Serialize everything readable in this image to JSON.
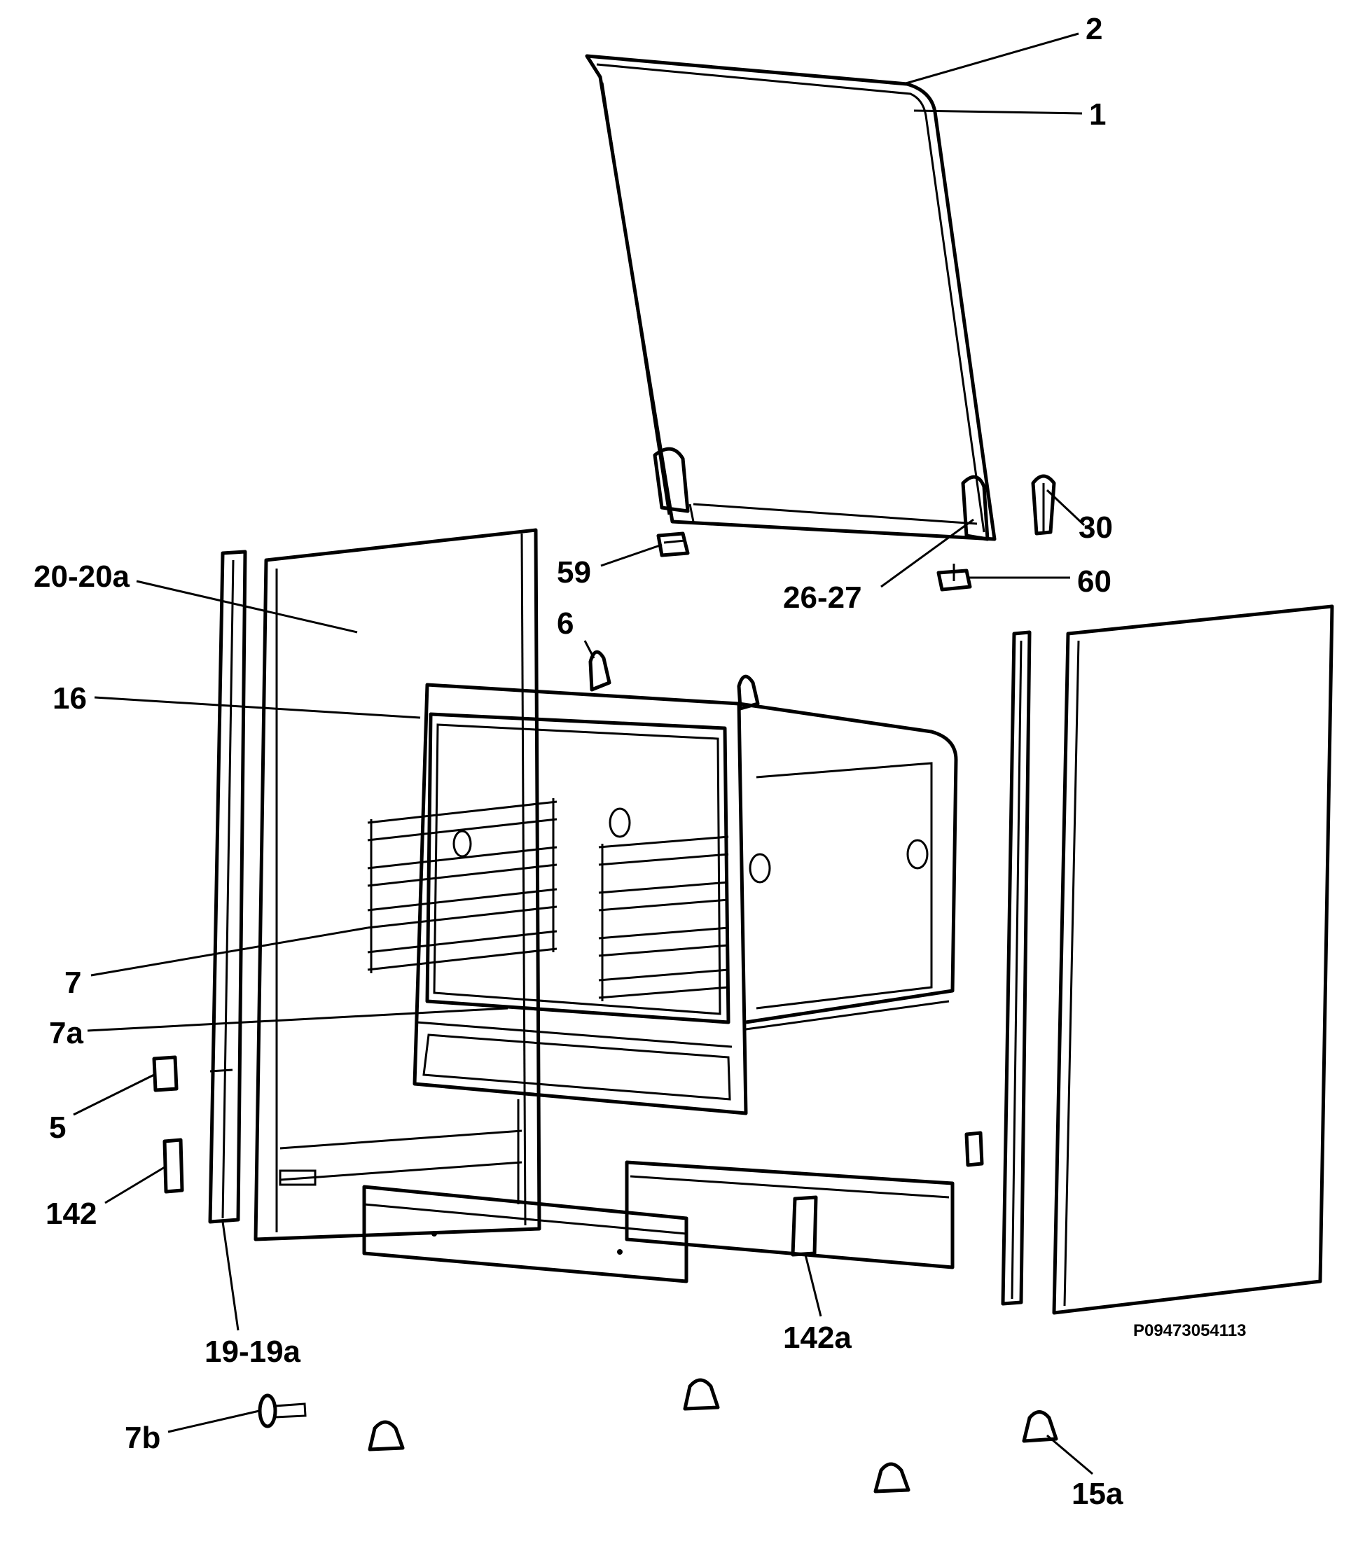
{
  "drawing_code": "P09473054113",
  "labels": {
    "l1": "1",
    "l2": "2",
    "l5": "5",
    "l6": "6",
    "l7": "7",
    "l7a": "7a",
    "l7b": "7b",
    "l15a": "15a",
    "l16": "16",
    "l19": "19-19a",
    "l20": "20-20a",
    "l26": "26-27",
    "l30": "30",
    "l59": "59",
    "l60": "60",
    "l142": "142",
    "l142a": "142a"
  }
}
